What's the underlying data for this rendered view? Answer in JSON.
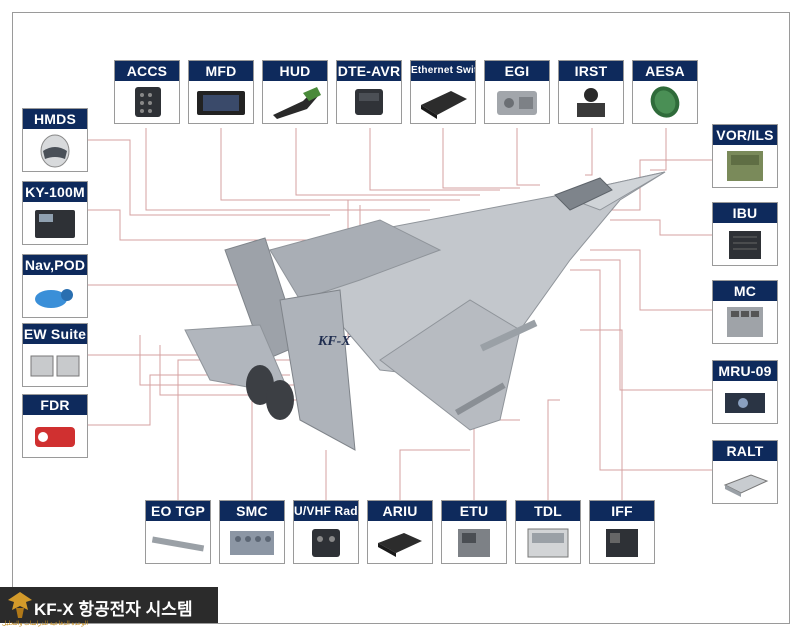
{
  "title": "KF-X 항공전자 시스템",
  "watermark": "الوحدة الدفاعية للدراسات والتحليل",
  "boxes": {
    "accs": "ACCS",
    "mfd": "MFD",
    "hud": "HUD",
    "dteavr": "DTE-AVR",
    "ethswitch": "Ethernet Switch",
    "egi": "EGI",
    "irst": "IRST",
    "aesa": "AESA",
    "hmds": "HMDS",
    "ky100m": "KY-100M",
    "navpod": "Nav,POD",
    "ewsuite": "EW Suite",
    "fdr": "FDR",
    "vorils": "VOR/ILS",
    "ibu": "IBU",
    "mc": "MC",
    "mru09": "MRU-09",
    "ralt": "RALT",
    "eotgp": "EO TGP",
    "smc": "SMC",
    "uvhf": "U/VHF Radio",
    "ariu": "ARIU",
    "etu": "ETU",
    "tdl": "TDL",
    "iff": "IFF"
  },
  "aircraft_tail_text": "KF-X",
  "colors": {
    "label_bg": "#0e2a5c",
    "line": "#d9a3a3",
    "aircraft": "#b9bec4"
  }
}
